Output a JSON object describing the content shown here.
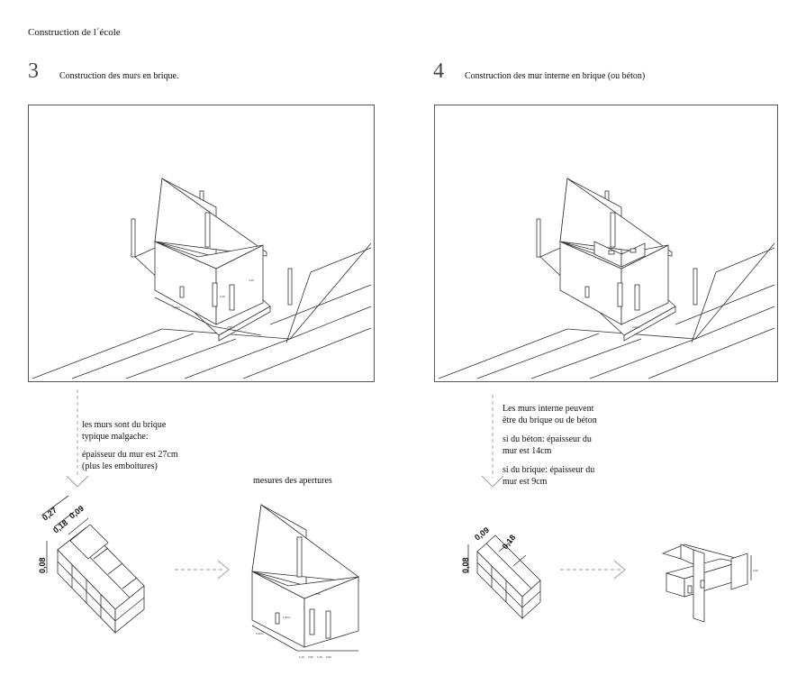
{
  "page": {
    "title": "Construction de l´école"
  },
  "step3": {
    "number": "3",
    "heading": "Construction des murs en brique."
  },
  "step4": {
    "number": "4",
    "heading": "Construction des mur interne en brique (ou béton)"
  },
  "note_left": {
    "line1": "les murs sont du brique",
    "line2": "typique malgache:",
    "line3": "épaisseur du mur est 27cm",
    "line4": "(plus les emboitures)"
  },
  "note_right": {
    "line1": "Les murs interne peuvent",
    "line2": "être du brique ou de béton",
    "line3": "si du béton: épaisseur du",
    "line4": "mur est 14cm",
    "line5": "si du brique: épaisseur du",
    "line6": "mur est 9cm"
  },
  "apertures_label": "mesures des apertures",
  "brick_left_dims": {
    "top": "0,27",
    "mid": "0,18",
    "right": "0,09",
    "side": "0,08"
  },
  "brick_right_dims": {
    "top": "0,09",
    "right": "0,18",
    "side": "0,08"
  },
  "house3_dims": [
    "4,40m",
    "2,50m",
    "3,20m",
    "6,20",
    "4,45"
  ],
  "apertures_dims": [
    "4,40m",
    "1,80m",
    "1,20",
    "0,90",
    "1,60",
    "0,90",
    "3,00"
  ],
  "house4_dims": [
    "2,50m"
  ]
}
